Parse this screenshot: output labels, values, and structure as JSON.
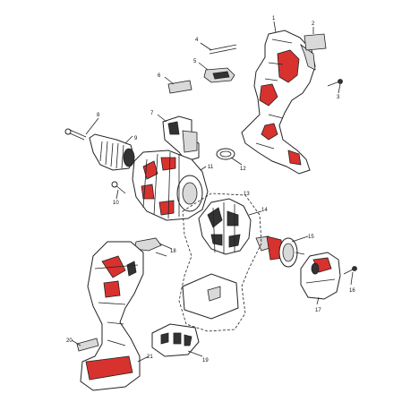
{
  "labels": {
    "p1": "1",
    "p2": "2",
    "p3": "3",
    "p4": "4",
    "p5": "5",
    "p6": "6",
    "p7": "7",
    "p8": "8",
    "p9": "9",
    "p10": "10",
    "p11": "11",
    "p12": "12",
    "p13": "13",
    "p14": "14",
    "p15": "15",
    "p16": "16",
    "p17": "17",
    "p18": "18",
    "p19": "19",
    "p20": "20",
    "p21": "21"
  },
  "colors": {
    "accent": "#d8322f",
    "line": "#222222",
    "metal": "#d9d9d9"
  }
}
